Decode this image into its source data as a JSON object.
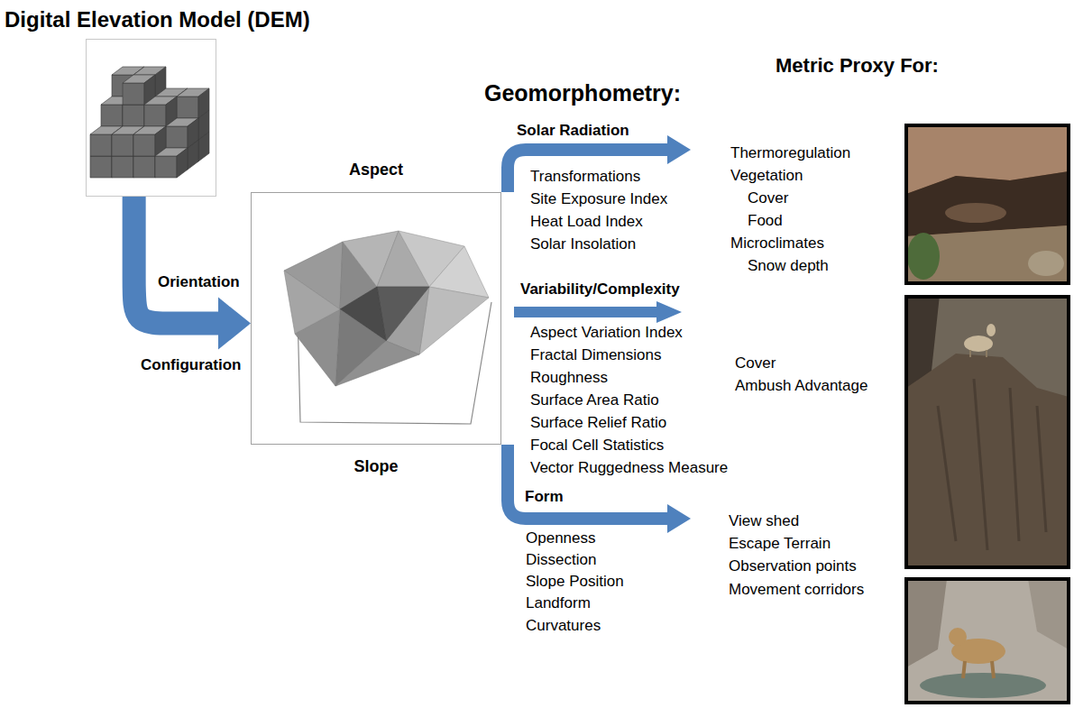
{
  "diagram": {
    "nodes": [
      {
        "text": [
          "Digital Elevation Model (DEM)"
        ]
      },
      {
        "text": [
          "Aspect",
          "Slope"
        ]
      }
    ],
    "edges": [
      {
        "from": 0,
        "to": 1,
        "arrow": "to"
      }
    ],
    "labels": [
      "Orientation",
      "Configuration",
      "Geomorphometry:",
      "Metric Proxy For:",
      "Solar Radiation",
      "Transformations",
      "Site Exposure Index",
      "Heat Load Index",
      "Solar Insolation",
      "Thermoregulation",
      "Vegetation",
      "Cover",
      "Food",
      "Microclimates",
      "Snow depth",
      "Variability/Complexity",
      "Aspect Variation Index",
      "Fractal Dimensions",
      "Roughness",
      "Surface Area Ratio",
      "Surface Relief Ratio",
      "Focal Cell Statistics",
      "Vector Ruggedness Measure",
      "Cover",
      "Ambush Advantage",
      "Form",
      "Openness",
      "Dissection",
      "Slope Position",
      "Landform",
      "Curvatures",
      "View shed",
      "Escape Terrain",
      "Observation points",
      "Movement corridors"
    ]
  }
}
